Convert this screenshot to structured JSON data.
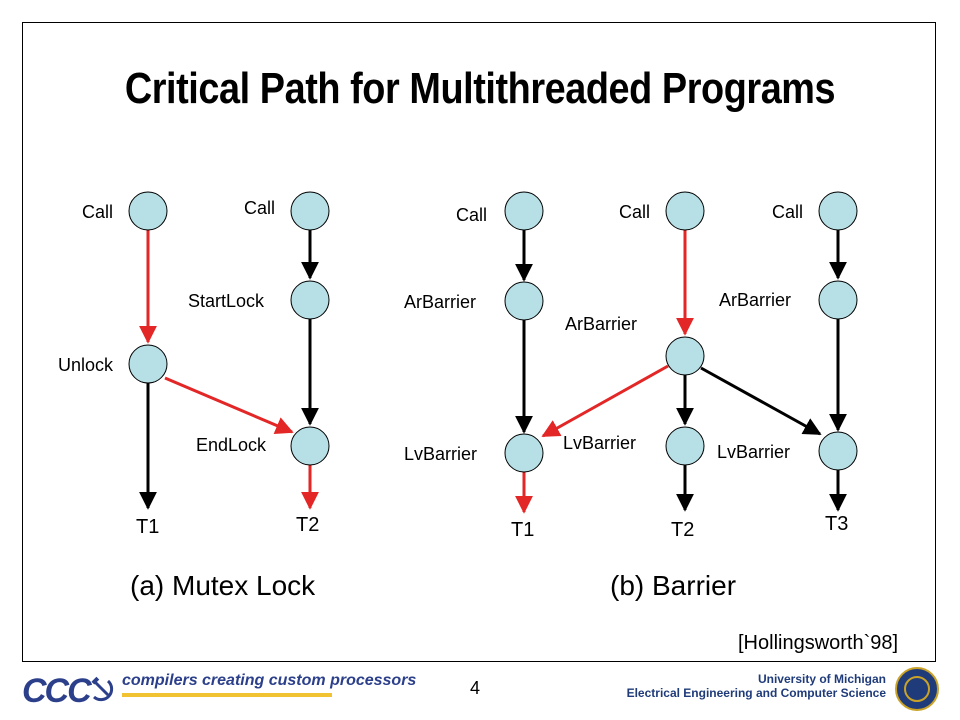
{
  "title": "Critical Path for Multithreaded Programs",
  "colors": {
    "node_fill": "#b7e0e6",
    "critical_edge": "#e32626",
    "normal_edge": "#000000",
    "brand_blue": "#2b3f8a",
    "brand_gold": "#f1c232"
  },
  "mutex": {
    "caption": "(a) Mutex Lock",
    "t1": {
      "call": "Call",
      "unlock": "Unlock",
      "label": "T1"
    },
    "t2": {
      "call": "Call",
      "startlock": "StartLock",
      "endlock": "EndLock",
      "label": "T2"
    }
  },
  "barrier": {
    "caption": "(b) Barrier",
    "t1": {
      "call": "Call",
      "ar": "ArBarrier",
      "lv": "LvBarrier",
      "label": "T1"
    },
    "t2": {
      "call": "Call",
      "ar": "ArBarrier",
      "lv": "LvBarrier",
      "label": "T2"
    },
    "t3": {
      "call": "Call",
      "ar": "ArBarrier",
      "lv": "LvBarrier",
      "label": "T3"
    }
  },
  "citation": "[Hollingsworth`98]",
  "footer": {
    "logo": "CCC",
    "tagline": "compilers creating custom processors",
    "page": "4",
    "uni_line1": "University of Michigan",
    "uni_line2": "Electrical Engineering and Computer Science"
  }
}
